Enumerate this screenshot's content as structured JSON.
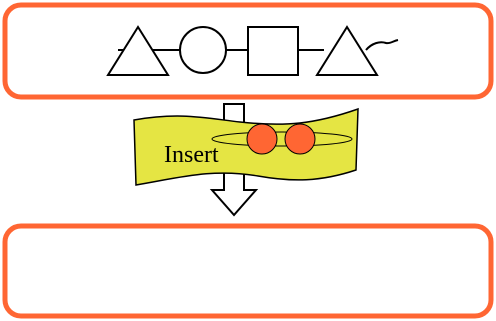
{
  "labels": {
    "banner": "Insert"
  },
  "colors": {
    "box_border": "#FF6633",
    "banner_fill": "#E5E543",
    "circle_fill": "#FF6633",
    "outline": "#000000"
  },
  "top_chain": {
    "shapes": [
      "triangle",
      "circle",
      "square",
      "triangle"
    ]
  },
  "inserted_items": {
    "count": 2,
    "shape": "circle"
  }
}
